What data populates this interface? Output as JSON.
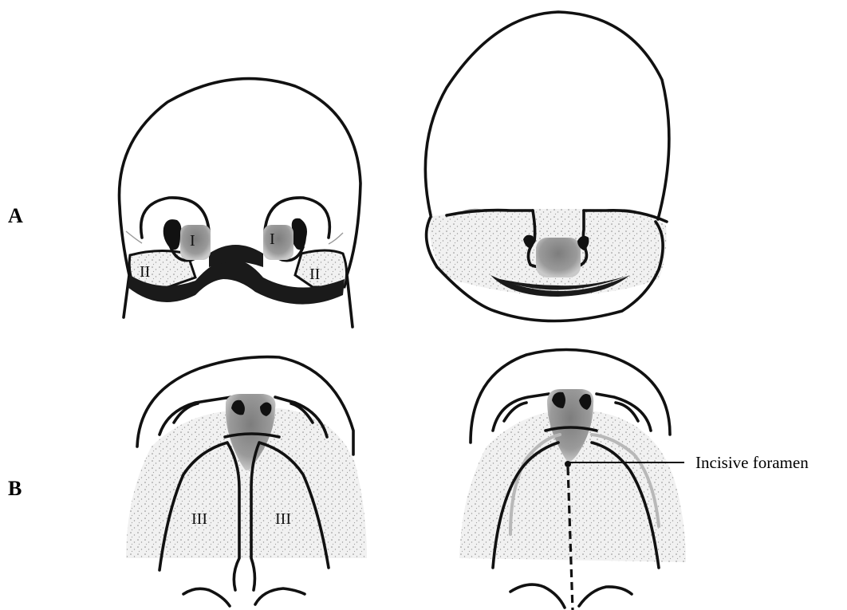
{
  "rows": [
    {
      "id": "A",
      "label": "A"
    },
    {
      "id": "B",
      "label": "B"
    }
  ],
  "regions": {
    "primary_left": "I",
    "primary_right": "I",
    "maxillary_left": "II",
    "maxillary_right": "II",
    "palatal_left": "III",
    "palatal_right": "III"
  },
  "callout": {
    "label": "Incisive foramen"
  },
  "colors": {
    "outline": "#111111",
    "stipple": "#c8c8c8",
    "shading": "#8a8a8a",
    "dark_fill": "#1a1a1a"
  }
}
